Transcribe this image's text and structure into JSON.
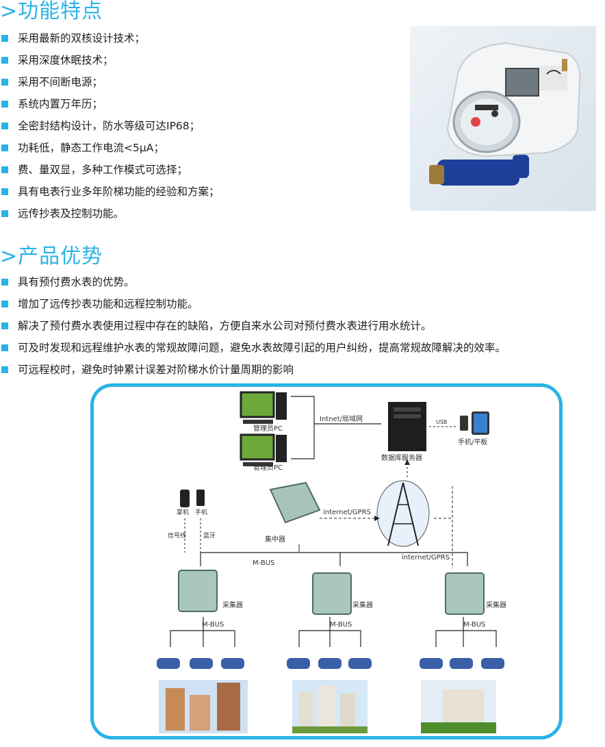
{
  "features": {
    "title": ">功能特点",
    "items": [
      "采用最新的双核设计技术；",
      "采用深度休眠技术；",
      "采用不间断电源；",
      "系统内置万年历；",
      "全密封结构设计，防水等级可达IP68；",
      "功耗低，静态工作电流<5μA；",
      "费、量双显，多种工作模式可选择；",
      "具有电表行业多年阶梯功能的经验和方案；",
      "远传抄表及控制功能。"
    ]
  },
  "advantages": {
    "title": ">产品优势",
    "items": [
      "具有预付费水表的优势。",
      "增加了远传抄表功能和远程控制功能。",
      "解决了预付费水表使用过程中存在的缺陷，方便自来水公司对预付费水表进行用水统计。",
      "可及时发现和远程维护水表的常规故障问题，避免水表故障引起的用户纠纷，提高常规故障解决的效率。",
      "可远程校时，避免时钟累计误差对阶梯水价计量周期的影响"
    ]
  },
  "diagram": {
    "pc1": "管理员PC",
    "pc2": "管理员PC",
    "intranet": "Intnet/局域网",
    "server": "数据库服务器",
    "usb": "USB",
    "mobile": "手机/平板",
    "handheld": "掌机",
    "phone": "手机",
    "signal_line": "信号线",
    "bluetooth": "蓝牙",
    "concentrator": "集中器",
    "internet_gprs_1": "internet/GPRS",
    "internet_gprs_2": "internet/GPRS",
    "mbus_main": "M-BUS",
    "collector": "采集器",
    "mbus_sub": "M-BUS"
  },
  "colors": {
    "accent": "#29b3e6"
  }
}
